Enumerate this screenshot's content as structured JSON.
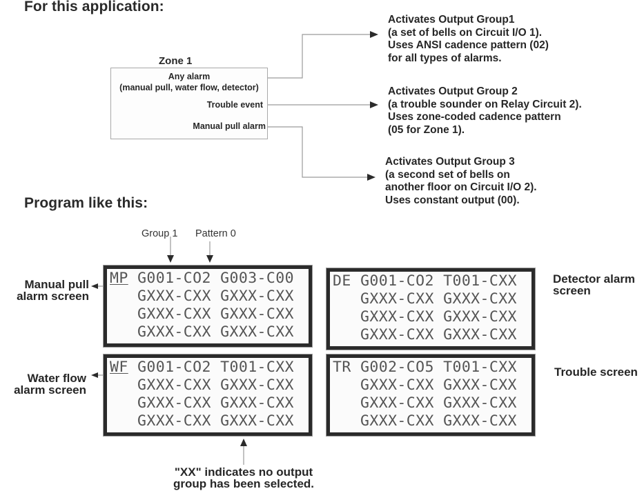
{
  "headings": {
    "application": "For this application:",
    "program": "Program like this:"
  },
  "zone": {
    "title": "Zone 1",
    "events": [
      {
        "line1": "Any alarm",
        "line2": "(manual pull, water flow, detector)"
      },
      {
        "line1": "Trouble event"
      },
      {
        "line1": "Manual pull alarm"
      }
    ]
  },
  "outputs": [
    {
      "lines": [
        "Activates Output Group1",
        "(a set of bells on Circuit I/O 1).",
        "Uses ANSI cadence pattern (02)",
        "for all types of alarms."
      ]
    },
    {
      "lines": [
        "Activates Output Group 2",
        "(a trouble sounder on Relay Circuit 2).",
        "Uses zone-coded cadence pattern",
        "(05 for Zone 1)."
      ]
    },
    {
      "lines": [
        "Activates Output Group 3",
        "(a second set of bells on",
        "another floor on Circuit I/O 2).",
        "Uses constant output (00)."
      ]
    }
  ],
  "callouts": {
    "group": "Group 1",
    "pattern": "Pattern 0"
  },
  "screens": [
    {
      "code": "MP",
      "label_lines": [
        "Manual pull",
        "alarm screen"
      ],
      "rows": [
        "G001-CO2 G003-C00",
        "GXXX-CXX GXXX-CXX",
        "GXXX-CXX GXXX-CXX",
        "GXXX-CXX GXXX-CXX"
      ]
    },
    {
      "code": "DE",
      "label_lines": [
        "Detector alarm",
        "screen"
      ],
      "rows": [
        "G001-CO2 T001-CXX",
        "GXXX-CXX GXXX-CXX",
        "GXXX-CXX GXXX-CXX",
        "GXXX-CXX GXXX-CXX"
      ]
    },
    {
      "code": "WF",
      "label_lines": [
        "Water flow",
        "alarm screen"
      ],
      "rows": [
        "G001-CO2 T001-CXX",
        "GXXX-CXX GXXX-CXX",
        "GXXX-CXX GXXX-CXX",
        "GXXX-CXX GXXX-CXX"
      ]
    },
    {
      "code": "TR",
      "label_lines": [
        "Trouble screen"
      ],
      "rows": [
        "G002-CO5 T001-CXX",
        "GXXX-CXX GXXX-CXX",
        "GXXX-CXX GXXX-CXX",
        "GXXX-CXX GXXX-CXX"
      ]
    }
  ],
  "note": {
    "lines": [
      "\"XX\" indicates no output",
      "group has been selected."
    ]
  },
  "colors": {
    "wire": "#9a9a9a",
    "arrow": "#2b2b2b",
    "lcd_border": "#2b2b2b",
    "lcd_text": "#555555"
  }
}
